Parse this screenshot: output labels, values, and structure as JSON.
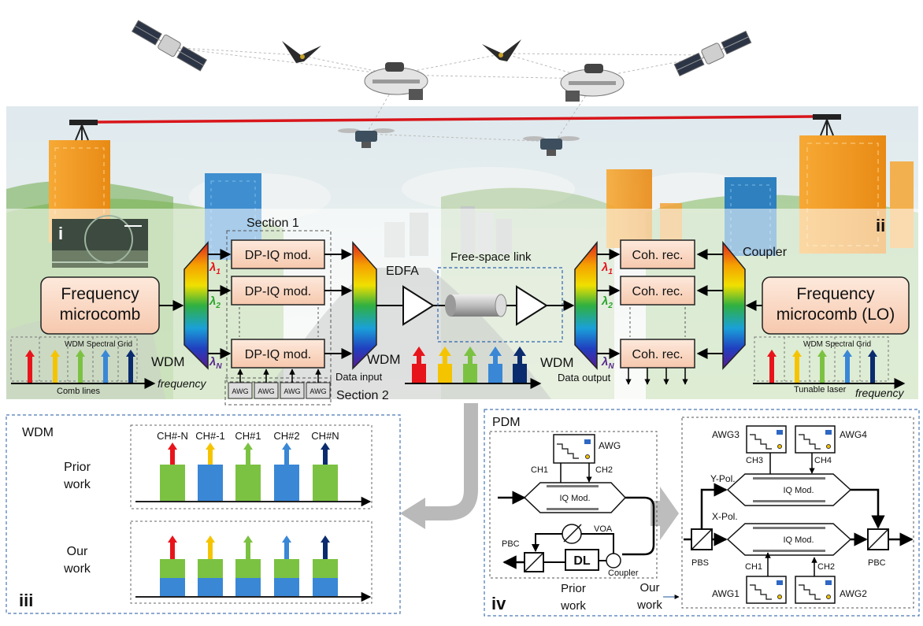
{
  "top": {
    "section1": "Section 1",
    "section2": "Section 2",
    "panel_i": "i",
    "panel_ii": "ii",
    "tx_comb": [
      "Frequency",
      "microcomb"
    ],
    "rx_comb": [
      "Frequency",
      "microcomb (LO)"
    ],
    "wdm": "WDM",
    "modulator": "DP-IQ mod.",
    "receiver": "Coh. rec.",
    "awg": "AWG",
    "edfa": "EDFA",
    "free_space": "Free-space link",
    "coupler": "Coupler",
    "data_input": "Data input",
    "data_output": "Data output",
    "grid_label": "WDM Spectral Grid",
    "comb_lines": "Comb lines",
    "frequency": "frequency",
    "tunable_laser": "Tunable laser",
    "lambda": [
      "λ",
      "λ",
      "λ"
    ],
    "lambda_sub": [
      "1",
      "2",
      "N"
    ],
    "colors": [
      "#e8141b",
      "#f5c400",
      "#7cc242",
      "#3a87d6",
      "#0a2b6e"
    ]
  },
  "panel_iii": {
    "title": "WDM",
    "label": "iii",
    "prior": [
      "Prior",
      "work"
    ],
    "ours": [
      "Our",
      "work"
    ],
    "channels": [
      "CH#-N",
      "CH#-1",
      "CH#1",
      "CH#2",
      "CH#N"
    ],
    "prior_fill": [
      "#7cc242",
      "#3a87d6",
      "#7cc242",
      "#3a87d6",
      "#7cc242"
    ],
    "arrow_colors": [
      "#e8141b",
      "#f5c400",
      "#7cc242",
      "#3a87d6",
      "#0a2b6e"
    ]
  },
  "panel_iv": {
    "title": "PDM",
    "label": "iv",
    "awg": "AWG",
    "ch1": "CH1",
    "ch2": "CH2",
    "ch3": "CH3",
    "ch4": "CH4",
    "iq": "IQ Mod.",
    "voa": "VOA",
    "pbc": "PBC",
    "pbs": "PBS",
    "dl": "DL",
    "coupler": "Coupler",
    "prior": [
      "Prior",
      "work"
    ],
    "ours": [
      "Our",
      "work"
    ],
    "ypol": "Y-Pol.",
    "xpol": "X-Pol.",
    "awg1": "AWG1",
    "awg2": "AWG2",
    "awg3": "AWG3",
    "awg4": "AWG4"
  }
}
